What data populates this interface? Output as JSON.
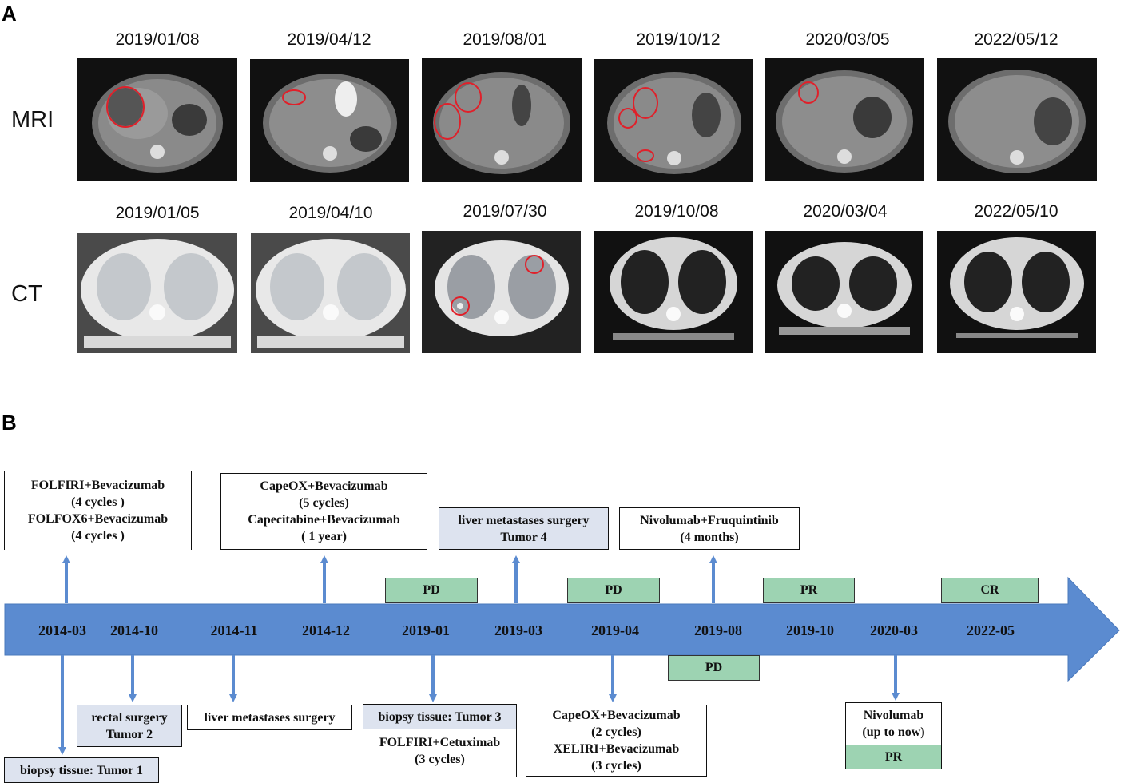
{
  "panel_a": {
    "letter": "A",
    "mri_label": "MRI",
    "ct_label": "CT",
    "mri_dates": [
      "2019/01/08",
      "2019/04/12",
      "2019/08/01",
      "2019/10/12",
      "2020/03/05",
      "2022/05/12"
    ],
    "ct_dates": [
      "2019/01/05",
      "2019/04/10",
      "2019/07/30",
      "2019/10/08",
      "2020/03/04",
      "2022/05/10"
    ],
    "lesion_color": "#e0202a"
  },
  "panel_b": {
    "letter": "B",
    "arrow_color": "#5b8bd0",
    "status_color": "#9dd3b2",
    "box_gray_color": "#dde3ef",
    "timeline_dates": [
      "2014-03",
      "2014-10",
      "2014-11",
      "2014-12",
      "2019-01",
      "2019-03",
      "2019-04",
      "2019-08",
      "2019-10",
      "2020-03",
      "2022-05"
    ],
    "top_boxes": {
      "b2014_03": {
        "line1": "FOLFIRI+Bevacizumab",
        "line2": "(4 cycles )",
        "line3": "FOLFOX6+Bevacizumab",
        "line4": "(4 cycles )"
      },
      "b2014_12": {
        "line1": "CapeOX+Bevacizumab",
        "line2": "(5 cycles)",
        "line3": "Capecitabine+Bevacizumab",
        "line4": "( 1 year)"
      },
      "b2019_03": {
        "line1": "liver metastases surgery",
        "line2": "Tumor 4"
      },
      "b2019_08": {
        "line1": "Nivolumab+Fruquintinib",
        "line2": "(4 months)"
      }
    },
    "bottom_boxes": {
      "b2014_03": {
        "line1": "biopsy tissue: Tumor 1"
      },
      "b2014_10": {
        "line1": "rectal surgery",
        "line2": "Tumor 2"
      },
      "b2014_11": {
        "line1": "liver metastases surgery"
      },
      "b2019_01": {
        "line1": "biopsy tissue: Tumor 3",
        "line2": "FOLFIRI+Cetuximab",
        "line3": "(3 cycles)"
      },
      "b2019_04": {
        "line1": "CapeOX+Bevacizumab",
        "line2": "(2 cycles)",
        "line3": "XELIRI+Bevacizumab",
        "line4": "(3 cycles)"
      },
      "b2020_03": {
        "line1": "Nivolumab",
        "line2": "(up to now)",
        "status": "PR"
      }
    },
    "status_labels": {
      "s2019_01": "PD",
      "s2019_04": "PD",
      "s2019_08": "PD",
      "s2019_10": "PR",
      "s2022_05": "CR"
    }
  }
}
